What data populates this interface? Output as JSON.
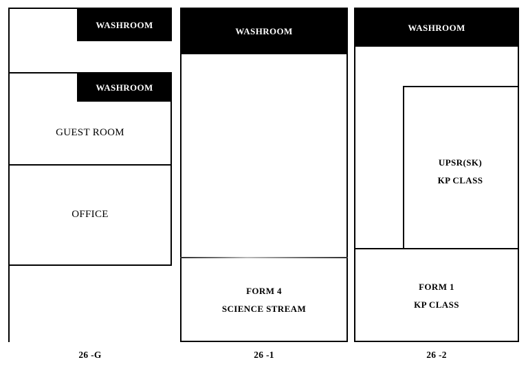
{
  "diagram": {
    "title": "School building floor plans",
    "ink_color": "#000000",
    "paper_color": "#ffffff",
    "washroom_fill": "#000000",
    "washroom_text_color": "#ffffff"
  },
  "columns": [
    {
      "id": "block-26-G",
      "caption": "26 -G",
      "rooms": [
        {
          "name": "washroom-upper",
          "label": "WASHROOM",
          "style": "black-bar"
        },
        {
          "name": "open-area-top",
          "label": "",
          "style": "plain"
        },
        {
          "name": "washroom-lower",
          "label": "WASHROOM",
          "style": "black-bar"
        },
        {
          "name": "guest-room",
          "label": "GUEST ROOM",
          "style": "plain"
        },
        {
          "name": "office",
          "label": "OFFICE",
          "style": "plain"
        },
        {
          "name": "open-area-bottom",
          "label": "",
          "style": "plain"
        }
      ]
    },
    {
      "id": "block-26-1",
      "caption": "26 -1",
      "rooms": [
        {
          "name": "washroom",
          "label": "WASHROOM",
          "style": "black-bar"
        },
        {
          "name": "open-area",
          "label": "",
          "style": "plain"
        },
        {
          "name": "classroom",
          "label_line1": "FORM 4",
          "label_line2": "SCIENCE STREAM",
          "style": "bold"
        }
      ]
    },
    {
      "id": "block-26-2",
      "caption": "26 -2",
      "rooms": [
        {
          "name": "washroom",
          "label": "WASHROOM",
          "style": "black-bar"
        },
        {
          "name": "open-area",
          "label": "",
          "style": "plain"
        },
        {
          "name": "upsr-room",
          "label_line1": "UPSR(SK)",
          "label_line2": "KP CLASS",
          "style": "bold"
        },
        {
          "name": "classroom",
          "label_line1": "FORM 1",
          "label_line2": "KP CLASS",
          "style": "bold"
        }
      ]
    }
  ]
}
